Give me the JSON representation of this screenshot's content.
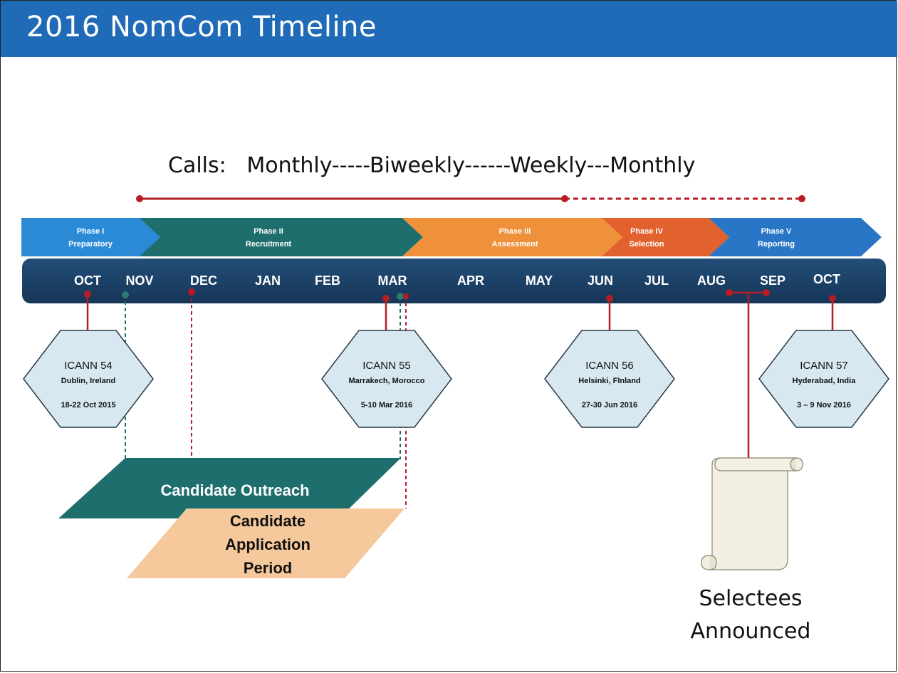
{
  "title": "2016 NomCom Timeline",
  "calls_text": "Calls:   Monthly-----Biweekly------Weekly---Monthly",
  "colors": {
    "title_bar": "#1f6bb7",
    "timeline_bar": "#1a3f66",
    "accent_red": "#b71c24",
    "teal": "#1e6e6e",
    "phase1": "#2b8ad6",
    "phase2": "#1e6e6e",
    "phase3": "#ee913a",
    "phase4": "#e2622e",
    "phase5": "#2a76c6",
    "hexagon": "#d8e8f0",
    "application": "#f5c99b",
    "scroll": "#f3f0e3"
  },
  "phases": [
    {
      "name": "Phase I",
      "subtitle": "Preparatory"
    },
    {
      "name": "Phase II",
      "subtitle": "Recruitment"
    },
    {
      "name": "Phase III",
      "subtitle": "Assessment"
    },
    {
      "name": "Phase IV",
      "subtitle": "Selection"
    },
    {
      "name": "Phase V",
      "subtitle": "Reporting"
    }
  ],
  "months": [
    "OCT",
    "NOV",
    "DEC",
    "JAN",
    "FEB",
    "MAR",
    "APR",
    "MAY",
    "JUN",
    "JUL",
    "AUG",
    "SEP",
    "OCT"
  ],
  "meetings": [
    {
      "name": "ICANN 54",
      "location": "Dublin, Ireland",
      "dates": "18-22 Oct 2015"
    },
    {
      "name": "ICANN 55",
      "location": "Marrakech, Morocco",
      "dates": "5-10 Mar 2016"
    },
    {
      "name": "ICANN 56",
      "location": "Helsinki, FInland",
      "dates": "27-30 Jun 2016"
    },
    {
      "name": "ICANN 57",
      "location": "Hyderabad, India",
      "dates": "3 – 9 Nov 2016"
    }
  ],
  "outreach_label": "Candidate Outreach",
  "application_lines": [
    "Candidate",
    "Application",
    "Period"
  ],
  "selectees_lines": [
    "Selectees",
    "Announced"
  ]
}
